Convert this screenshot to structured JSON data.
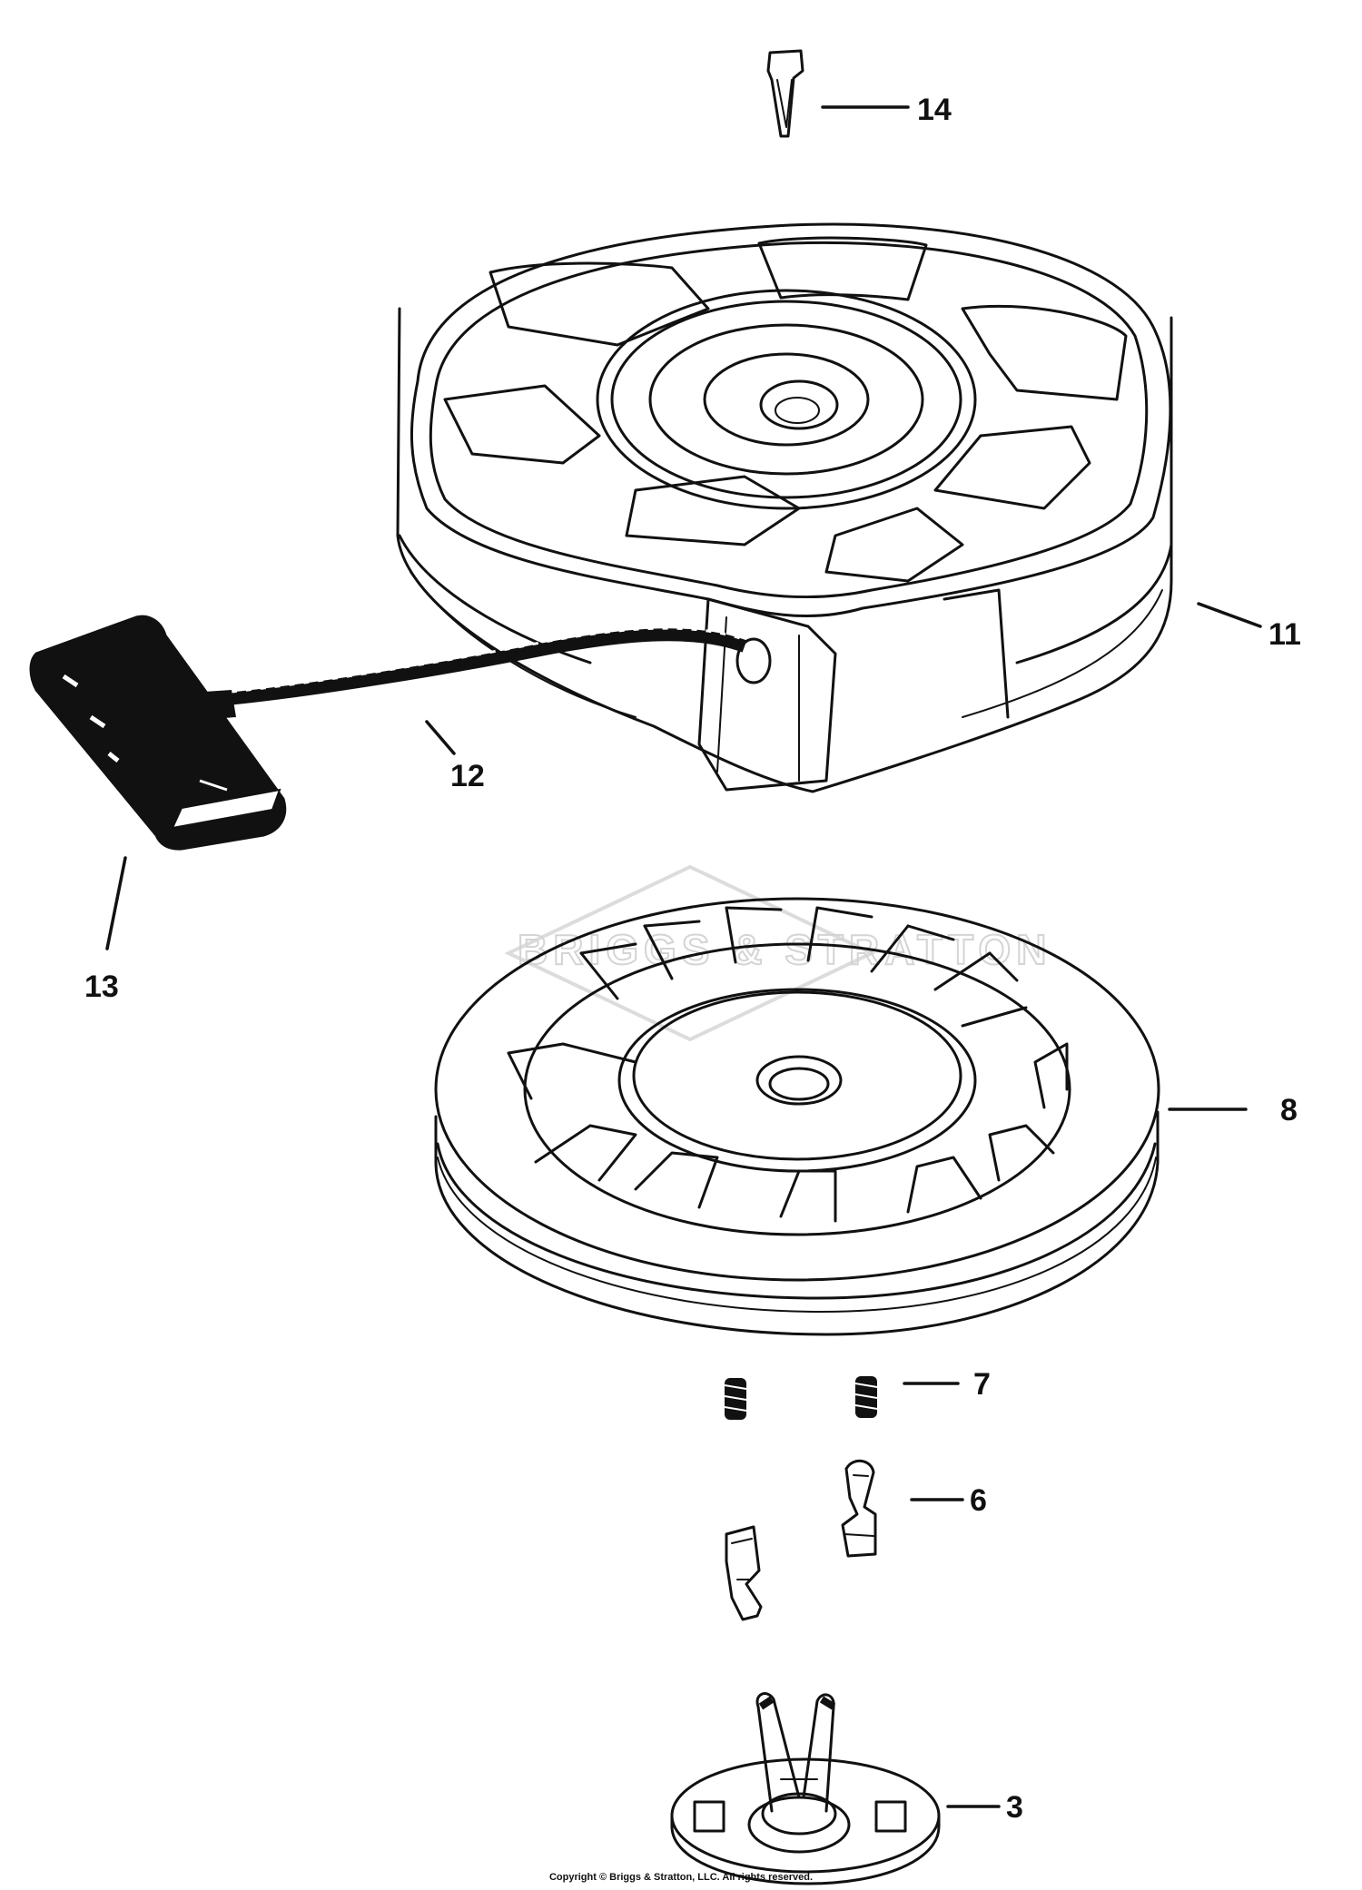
{
  "diagram": {
    "watermark": "BRIGGS & STRATTON",
    "copyright": "Copyright © Briggs & Stratton, LLC. All rights reserved.",
    "callouts": {
      "p14": "14",
      "p11": "11",
      "p12": "12",
      "p13": "13",
      "p8": "8",
      "p7": "7",
      "p6": "6",
      "p3": "3"
    }
  }
}
